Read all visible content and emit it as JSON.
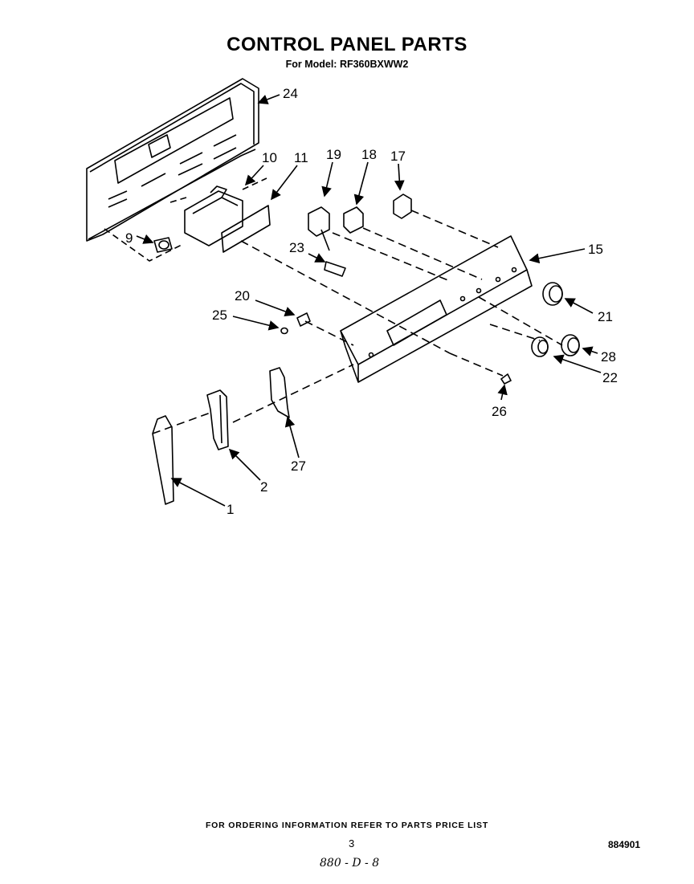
{
  "header": {
    "title": "CONTROL PANEL PARTS",
    "subtitle": "For Model: RF360BXWW2"
  },
  "callouts": [
    {
      "key": "c24",
      "label": "24"
    },
    {
      "key": "c10",
      "label": "10"
    },
    {
      "key": "c11",
      "label": "11"
    },
    {
      "key": "c19",
      "label": "19"
    },
    {
      "key": "c18",
      "label": "18"
    },
    {
      "key": "c17",
      "label": "17"
    },
    {
      "key": "c15",
      "label": "15"
    },
    {
      "key": "c9",
      "label": "9"
    },
    {
      "key": "c23",
      "label": "23"
    },
    {
      "key": "c20",
      "label": "20"
    },
    {
      "key": "c25",
      "label": "25"
    },
    {
      "key": "c21",
      "label": "21"
    },
    {
      "key": "c28",
      "label": "28"
    },
    {
      "key": "c22",
      "label": "22"
    },
    {
      "key": "c26",
      "label": "26"
    },
    {
      "key": "c27",
      "label": "27"
    },
    {
      "key": "c2",
      "label": "2"
    },
    {
      "key": "c1",
      "label": "1"
    }
  ],
  "footer": {
    "ordering_note": "FOR ORDERING INFORMATION REFER TO PARTS PRICE LIST",
    "page_number": "3",
    "document_id": "884901",
    "handwritten_note": "880 - D - 8"
  }
}
